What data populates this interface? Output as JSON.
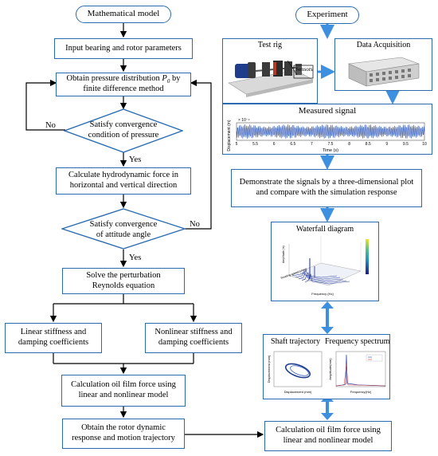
{
  "left": {
    "header": "Mathematical model",
    "input_params": "Input bearing and rotor parameters",
    "pressure_line1": "Obtain pressure distribution",
    "pressure_symbol": "P",
    "pressure_subscript": "0",
    "pressure_line2": "finite difference method",
    "pressure_by": "by",
    "conv_pressure": [
      "Satisfy convergence",
      "condition of pressure"
    ],
    "hydro_force": [
      "Calculate hydrodynamic force in",
      "horizontal and vertical direction"
    ],
    "conv_attitude": [
      "Satisfy convergence",
      "of attitude angle"
    ],
    "perturbation": [
      "Solve the perturbation",
      "Reynolds equation"
    ],
    "linear_coeff": [
      "Linear stiffness and",
      "damping coefficients"
    ],
    "nonlinear_coeff": [
      "Nonlinear stiffness and",
      "damping coefficients"
    ],
    "oil_film": [
      "Calculation oil film force using",
      "linear and nonlinear model"
    ],
    "rotor_response": [
      "Obtain the rotor dynamic",
      "response and motion trajectory"
    ],
    "yes_label": "Yes",
    "no_label": "No"
  },
  "right": {
    "header": "Experiment",
    "test_rig": "Test rig",
    "sensors": "Sensors",
    "data_acq": "Data Acquisition",
    "measured": "Measured signal",
    "measured_ylabel": "Displacement (m)",
    "measured_exp": "× 10⁻⁴",
    "measured_xlabel": "Time (s)",
    "measured_xticks": [
      "5",
      "5.5",
      "6",
      "6.5",
      "7",
      "7.5",
      "8",
      "8.5",
      "9",
      "9.5",
      "10"
    ],
    "demonstrate": [
      "Demonstrate the signals by a three-dimensional plot",
      "and compare with the simulation response"
    ],
    "waterfall": "Waterfall diagram",
    "waterfall_xlabel": "Frequency (Hz)",
    "waterfall_ylabel": "Rotating speed (r/min)",
    "waterfall_zlabel": "Amplitude (m)",
    "shaft": "Shaft trajectory",
    "freq": "Frequency spectrum",
    "shaft_xlabel": "Displacement (mm)",
    "shaft_ylabel": "Displacement (mm)",
    "freq_xlabel": "Frequency(Hz)",
    "freq_ylabel": "Amplitude(mm)",
    "oil_film": [
      "Calculation oil film force using",
      "linear and nonlinear model"
    ]
  },
  "colors": {
    "box_border": "#2b6cb0",
    "arrow_blue": "#3d8fe0",
    "arrow_black": "#000000",
    "signal_blue": "#2f55b5"
  }
}
